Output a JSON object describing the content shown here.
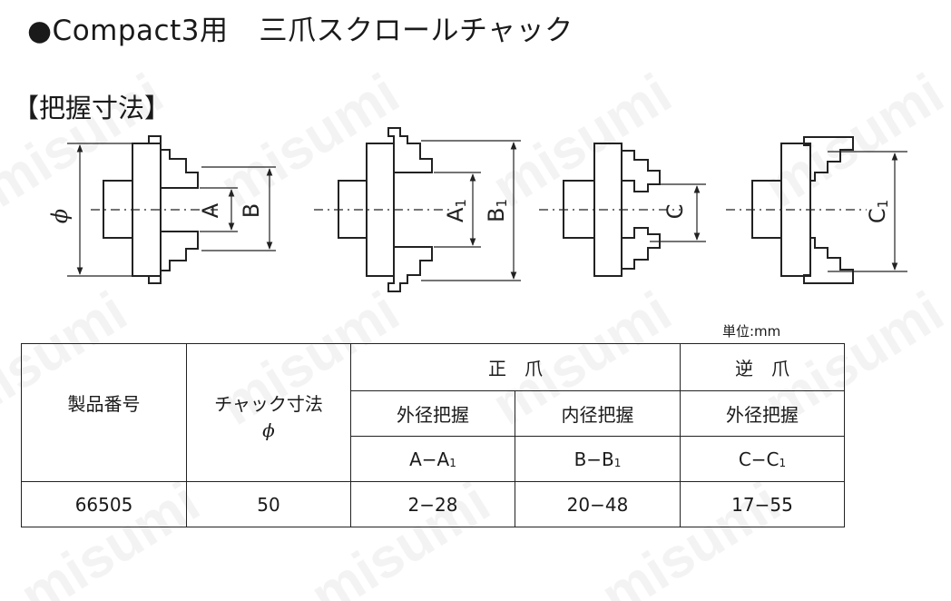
{
  "title": {
    "main": "●Compact3用",
    "product": "三爪スクロールチャック"
  },
  "section_heading": "【把握寸法】",
  "diagram_labels": {
    "phi": "ϕ",
    "A": "A",
    "B": "B",
    "A1": "A1",
    "B1": "B1",
    "C": "C",
    "C1": "C1"
  },
  "unit_label": "単位:mm",
  "table": {
    "header": {
      "product_no": "製品番号",
      "chuck_size": "チャック寸法",
      "chuck_size_symbol": "ϕ",
      "normal_jaw": "正　爪",
      "reverse_jaw": "逆　爪",
      "outer_grip_1": "外径把握",
      "inner_grip": "内径把握",
      "outer_grip_2": "外径把握",
      "range_a": "A−A",
      "range_a_sub": "1",
      "range_b": "B−B",
      "range_b_sub": "1",
      "range_c": "C−C",
      "range_c_sub": "1"
    },
    "rows": [
      {
        "product_no": "66505",
        "chuck_size": "50",
        "outer_a": "2−28",
        "inner_b": "20−48",
        "reverse_c": "17−55"
      }
    ]
  },
  "watermark_text": "misumi"
}
